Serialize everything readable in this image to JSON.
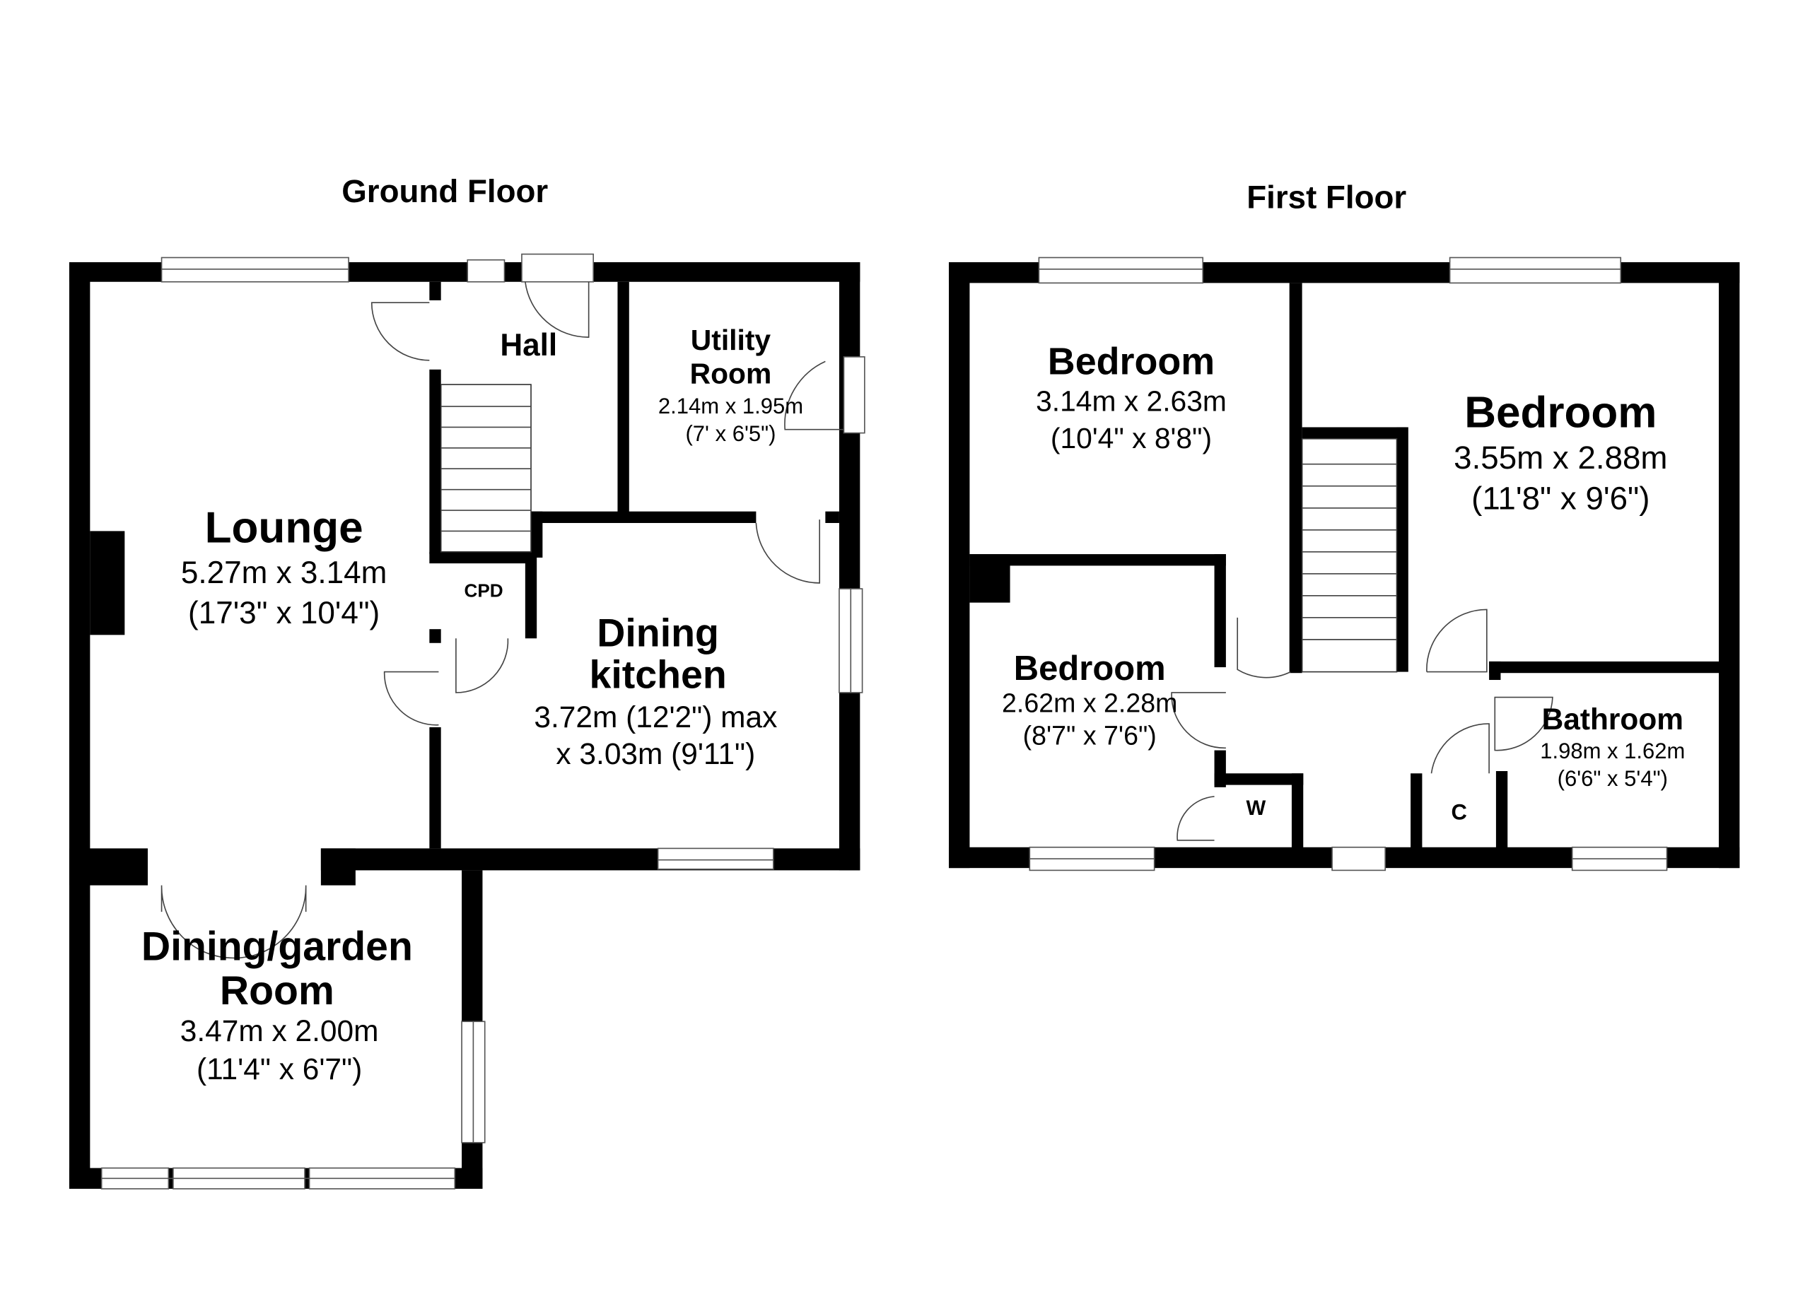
{
  "floors": {
    "ground": {
      "title": "Ground Floor",
      "rooms": {
        "lounge": {
          "name": "Lounge",
          "dim_metric": "5.27m x 3.14m",
          "dim_imperial": "(17'3\" x 10'4\")"
        },
        "hall": {
          "name": "Hall"
        },
        "utility": {
          "name_line1": "Utility",
          "name_line2": "Room",
          "dim_metric": "2.14m x 1.95m",
          "dim_imperial": "(7' x 6'5\")"
        },
        "cpd": {
          "name": "CPD"
        },
        "kitchen": {
          "name_line1": "Dining",
          "name_line2": "kitchen",
          "dim_line1": "3.72m (12'2\") max",
          "dim_line2": "x 3.03m (9'11\")"
        },
        "garden_room": {
          "name_line1": "Dining/garden",
          "name_line2": "Room",
          "dim_metric": "3.47m x 2.00m",
          "dim_imperial": "(11'4\" x 6'7\")"
        }
      }
    },
    "first": {
      "title": "First Floor",
      "rooms": {
        "bedroom1": {
          "name": "Bedroom",
          "dim_metric": "3.14m x 2.63m",
          "dim_imperial": "(10'4\" x 8'8\")"
        },
        "bedroom2": {
          "name": "Bedroom",
          "dim_metric": "3.55m x 2.88m",
          "dim_imperial": "(11'8\" x 9'6\")"
        },
        "bedroom3": {
          "name": "Bedroom",
          "dim_metric": "2.62m x 2.28m",
          "dim_imperial": "(8'7\" x 7'6\")"
        },
        "bathroom": {
          "name": "Bathroom",
          "dim_metric": "1.98m x 1.62m",
          "dim_imperial": "(6'6\" x 5'4\")"
        },
        "wardrobe": {
          "name": "W"
        },
        "cupboard": {
          "name": "C"
        }
      }
    }
  }
}
